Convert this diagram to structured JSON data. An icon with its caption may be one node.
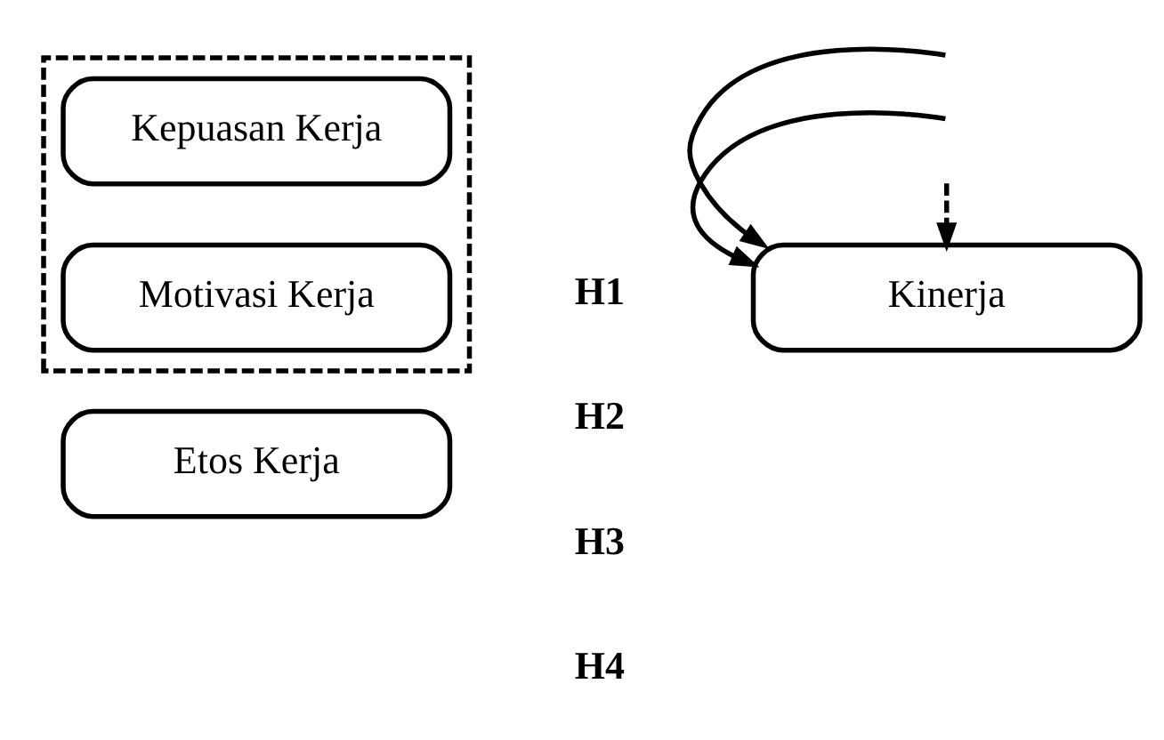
{
  "diagram": {
    "nodes": [
      {
        "text": [],
        "shape": "box"
      },
      {
        "text": [
          "Kepuasan Kerja"
        ],
        "in": 0
      },
      {
        "text": [
          "Motivasi Kerja"
        ],
        "in": 0
      },
      {
        "text": [
          "Etos Kerja"
        ]
      },
      {
        "text": [
          "Kinerja"
        ]
      }
    ],
    "edges": [
      {
        "from": null,
        "to": 4,
        "arrow": "to"
      },
      {
        "from": null,
        "to": 4,
        "arrow": "to"
      },
      {
        "from": null,
        "to": 4,
        "arrow": "to",
        "style": "dashed"
      }
    ],
    "labels": [
      "H1",
      "H2",
      "H3",
      "H4"
    ]
  }
}
